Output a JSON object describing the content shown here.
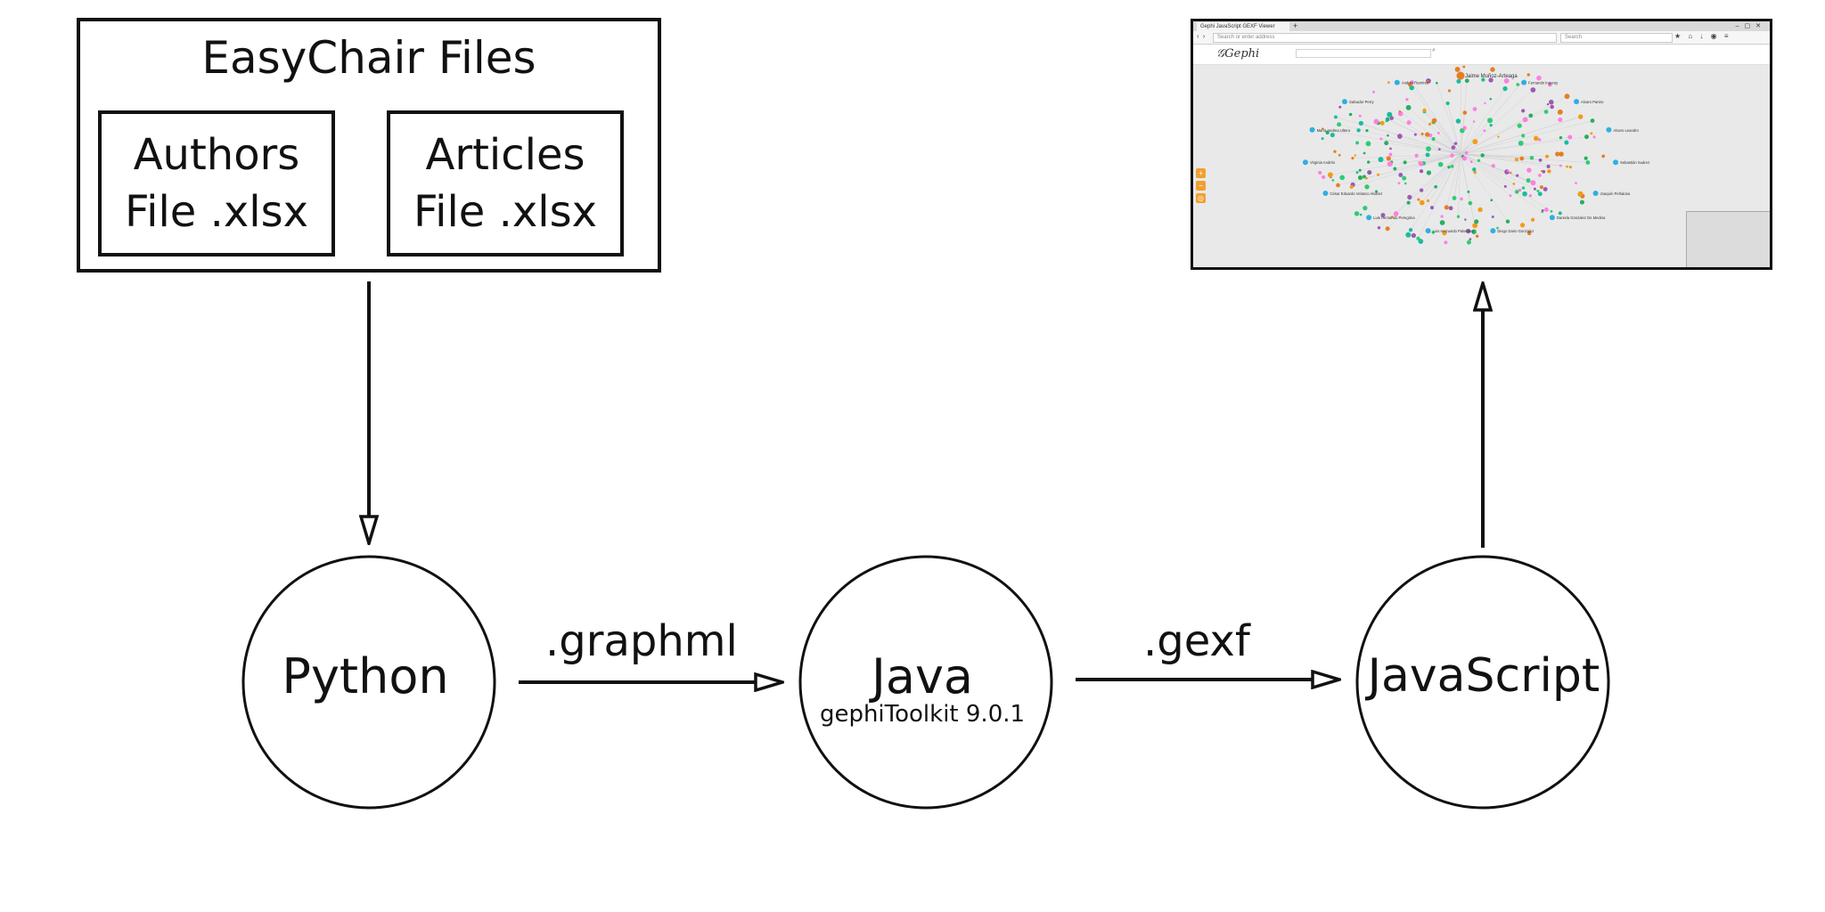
{
  "box": {
    "title": "EasyChair Files",
    "files": [
      {
        "line1": "Authors",
        "line2": "File .xlsx"
      },
      {
        "line1": "Articles",
        "line2": "File .xlsx"
      }
    ]
  },
  "nodes": {
    "python": "Python",
    "java": "Java",
    "java_sub": "gephiToolkit 9.0.1",
    "javascript": "JavaScript"
  },
  "edges": {
    "python_to_java": ".graphml",
    "java_to_javascript": ".gexf"
  },
  "screenshot": {
    "tab_title": "Gephi JavaScript GEXF Viewer",
    "url_placeholder": "Search or enter address",
    "search_placeholder": "Search",
    "logo": "Gephi",
    "labels": [
      "Jaime Muñoz-Arteaga",
      "Fernando Ingeray",
      "Alvaro Pantro",
      "Alvaro Leandro",
      "Sebastián Suárez",
      "Joaquín Peñalosa",
      "Daniela Gonzalez De Medina",
      "Diego Dario Gonzalez",
      "Luis Hernando Palomino",
      "Luis Hernando Peregrina",
      "César Eduardo Velasco Alvarez",
      "Virginia Andrés",
      "María Andrea Ultero",
      "Salvador Perry",
      "Andrés Ramírez"
    ]
  }
}
